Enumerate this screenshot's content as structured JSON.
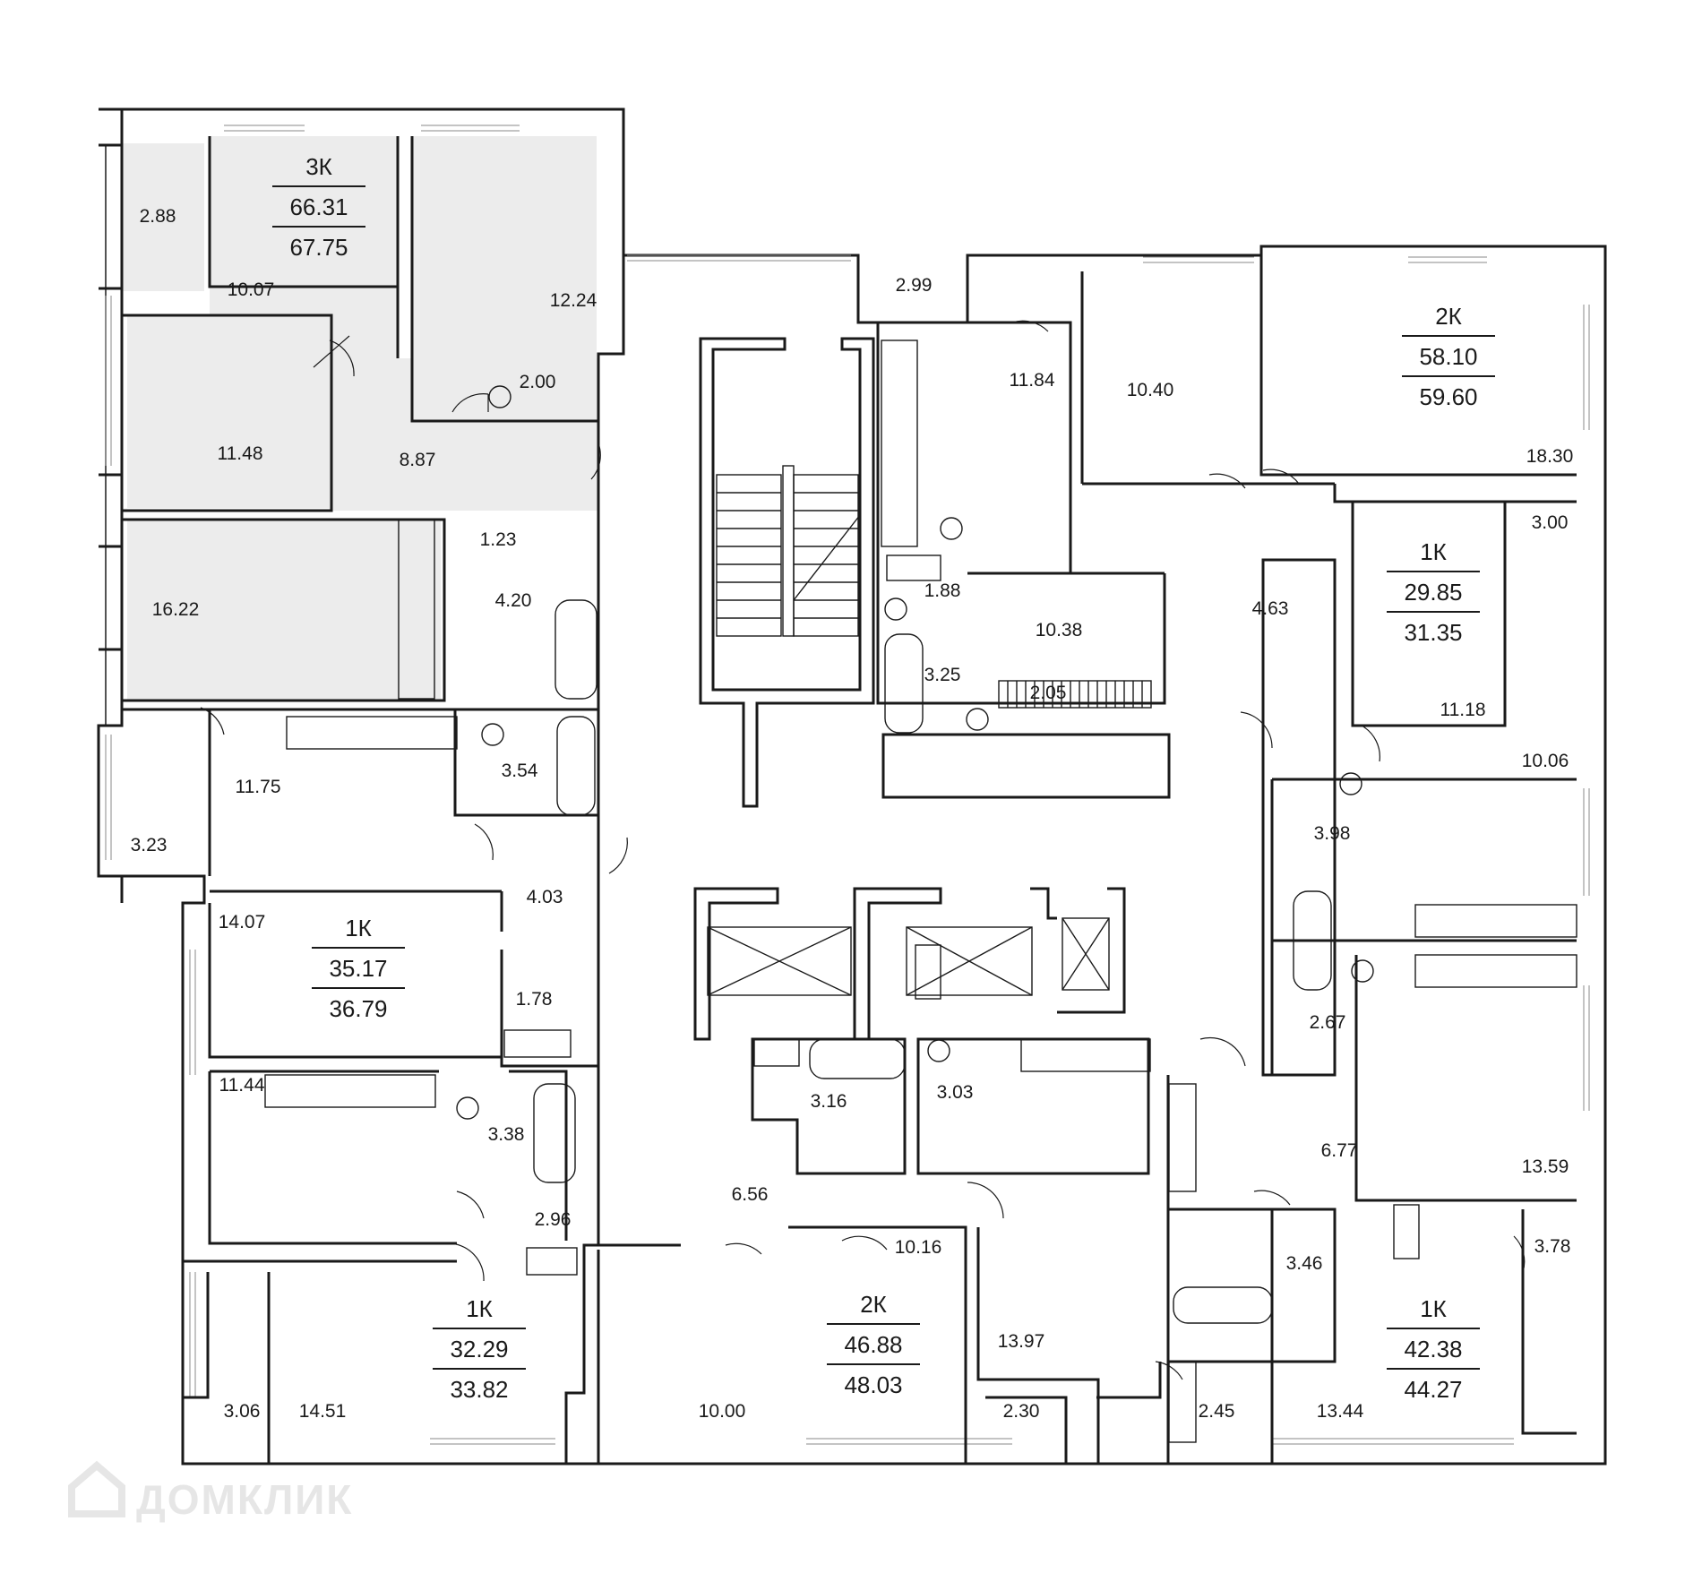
{
  "watermark": {
    "logo_text": "ДОМКЛИК"
  },
  "apartments": [
    {
      "id": "a3k",
      "type": "3К",
      "living": "66.31",
      "total": "67.75"
    },
    {
      "id": "a2k-top",
      "type": "2К",
      "living": "58.10",
      "total": "59.60"
    },
    {
      "id": "a1k-right-top",
      "type": "1К",
      "living": "29.85",
      "total": "31.35"
    },
    {
      "id": "a1k-left-mid",
      "type": "1К",
      "living": "35.17",
      "total": "36.79"
    },
    {
      "id": "a1k-left-bottom",
      "type": "1К",
      "living": "32.29",
      "total": "33.82"
    },
    {
      "id": "a2k-bottom",
      "type": "2К",
      "living": "46.88",
      "total": "48.03"
    },
    {
      "id": "a1k-right-bottom",
      "type": "1К",
      "living": "42.38",
      "total": "44.27"
    }
  ],
  "rooms": [
    "2.88",
    "10.07",
    "12.24",
    "2.00",
    "11.48",
    "8.87",
    "1.23",
    "16.22",
    "4.20",
    "11.75",
    "3.54",
    "3.23",
    "4.03",
    "14.07",
    "1.78",
    "11.44",
    "3.38",
    "2.96",
    "3.06",
    "14.51",
    "10.00",
    "6.56",
    "10.16",
    "3.16",
    "3.03",
    "13.97",
    "2.30",
    "2.99",
    "11.84",
    "10.40",
    "18.30",
    "1.88",
    "10.38",
    "3.25",
    "2.05",
    "3.00",
    "4.63",
    "11.18",
    "10.06",
    "3.98",
    "2.67",
    "6.77",
    "13.59",
    "3.46",
    "3.78",
    "2.45",
    "13.44"
  ]
}
